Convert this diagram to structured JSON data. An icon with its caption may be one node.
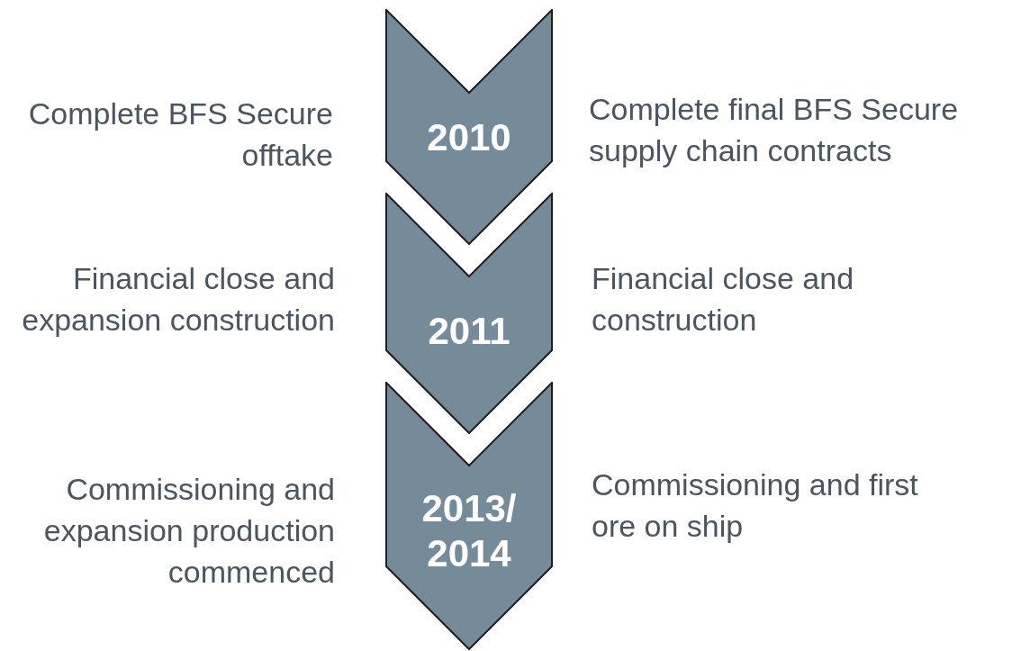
{
  "diagram": {
    "nodes": [
      {
        "text": [
          "2010"
        ],
        "beside": [
          "Complete BFS Secure offtake",
          "Complete final BFS Secure supply chain contracts"
        ]
      },
      {
        "text": [
          "2011"
        ],
        "beside": [
          "Financial close and expansion construction",
          "Financial close and construction"
        ]
      },
      {
        "text": [
          "2013/ 2014"
        ],
        "beside": [
          "Commissioning and expansion production commenced",
          "Commissioning and first ore on ship"
        ]
      }
    ],
    "edges": []
  }
}
